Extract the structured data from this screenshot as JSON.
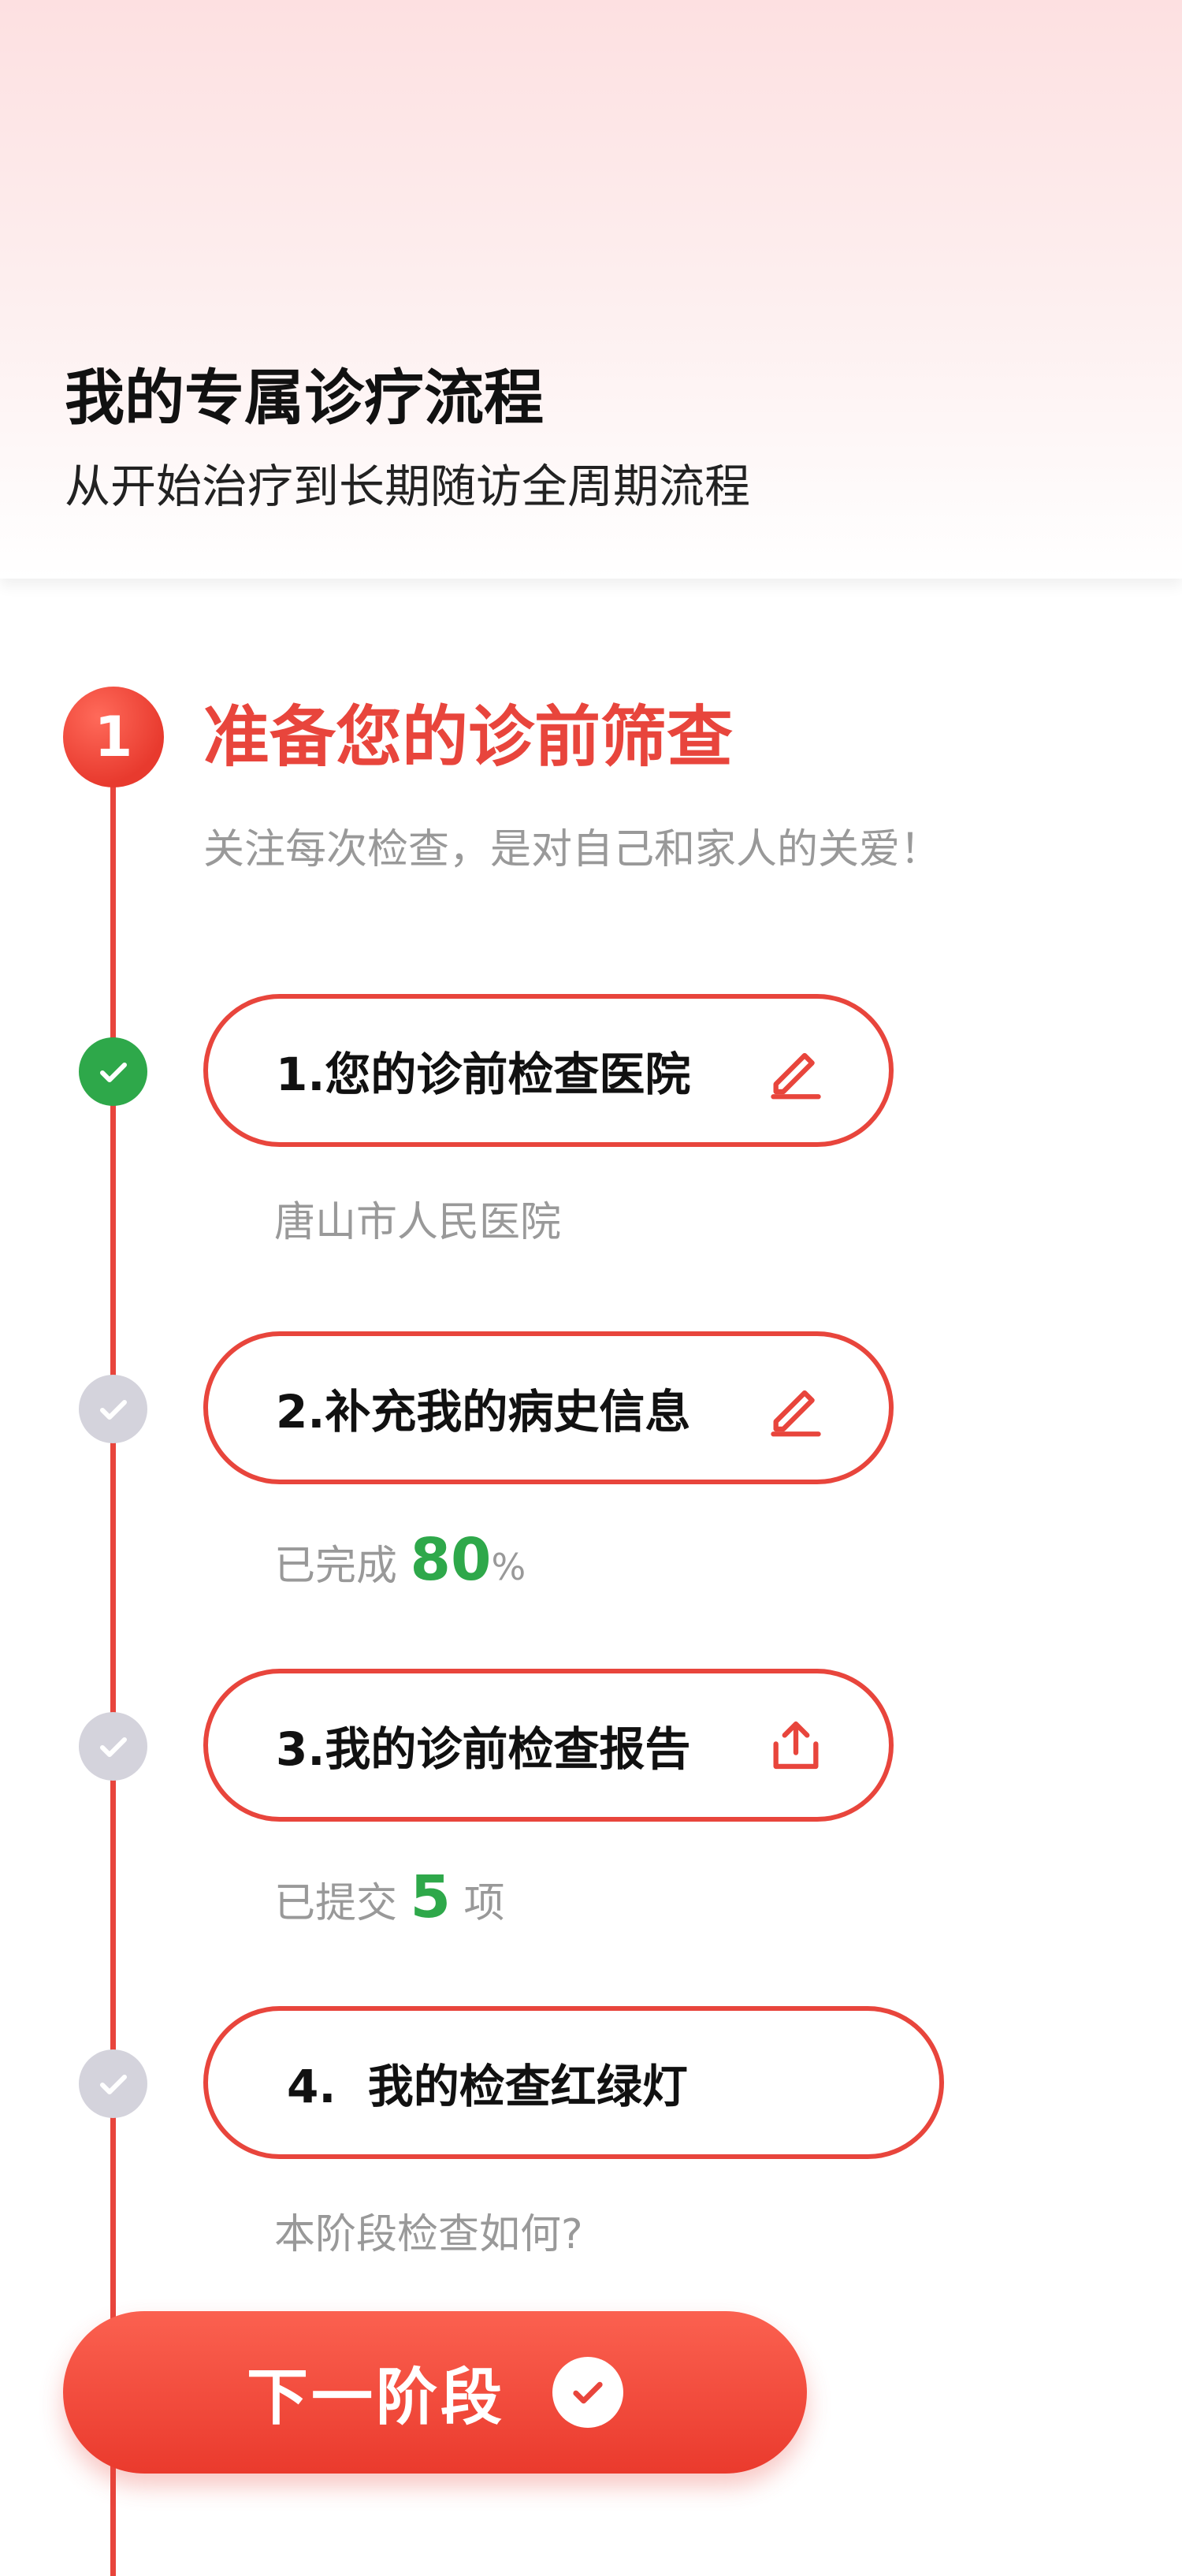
{
  "header": {
    "title": "我的专属诊疗流程",
    "subtitle": "从开始治疗到长期随访全周期流程"
  },
  "stage": {
    "number": "1",
    "title": "准备您的诊前筛查",
    "subtitle": "关注每次检查，是对自己和家人的关爱！"
  },
  "steps": [
    {
      "label": "1.您的诊前检查医院",
      "status": "done",
      "action_icon": "edit-icon",
      "info": {
        "text": "唐山市人民医院"
      }
    },
    {
      "label": "2.补充我的病史信息",
      "status": "pending",
      "action_icon": "edit-icon",
      "info": {
        "prefix": "已完成 ",
        "value": "80",
        "suffix": "%"
      }
    },
    {
      "label": "3.我的诊前检查报告",
      "status": "pending",
      "action_icon": "upload-icon",
      "info": {
        "prefix": "已提交 ",
        "value": "5",
        "suffix": " 项"
      }
    },
    {
      "label": "4.  我的检查红绿灯",
      "status": "pending",
      "info": {
        "text": "本阶段检查如何?"
      }
    }
  ],
  "next_button": {
    "label": "下一阶段",
    "icon": "check-circle-icon"
  },
  "colors": {
    "accent": "#e8453c",
    "success": "#2ea84a",
    "pending": "#d4d3dc",
    "muted_text": "#999999"
  }
}
